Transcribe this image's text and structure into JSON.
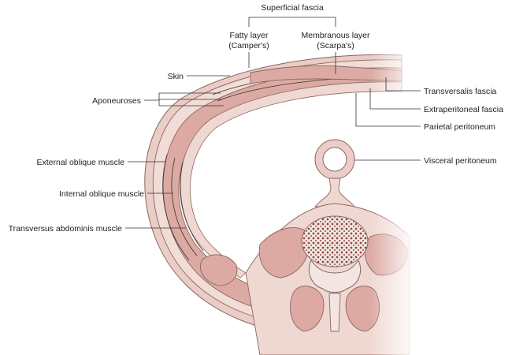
{
  "colors": {
    "skin": "#e9cdc6",
    "fascia": "#f1dcd6",
    "muscle": "#dcaaa3",
    "outline": "#8c6660",
    "bone": "#f3e6e2",
    "marrow": "#8a4a43",
    "background": "#ffffff",
    "text": "#222222"
  },
  "labels": {
    "superficial_fascia": "Superficial fascia",
    "fatty_layer_line1": "Fatty layer",
    "fatty_layer_line2": "(Camper's)",
    "membranous_layer_line1": "Membranous layer",
    "membranous_layer_line2": "(Scarpa's)",
    "skin": "Skin",
    "aponeuroses": "Aponeuroses",
    "external_oblique": "External oblique muscle",
    "internal_oblique": "Internal oblique muscle",
    "transversus_abdominis": "Transversus abdominis muscle",
    "transversalis_fascia": "Transversalis fascia",
    "extraperitoneal_fascia": "Extraperitoneal fascia",
    "parietal_peritoneum": "Parietal peritoneum",
    "visceral_peritoneum": "Visceral peritoneum"
  }
}
